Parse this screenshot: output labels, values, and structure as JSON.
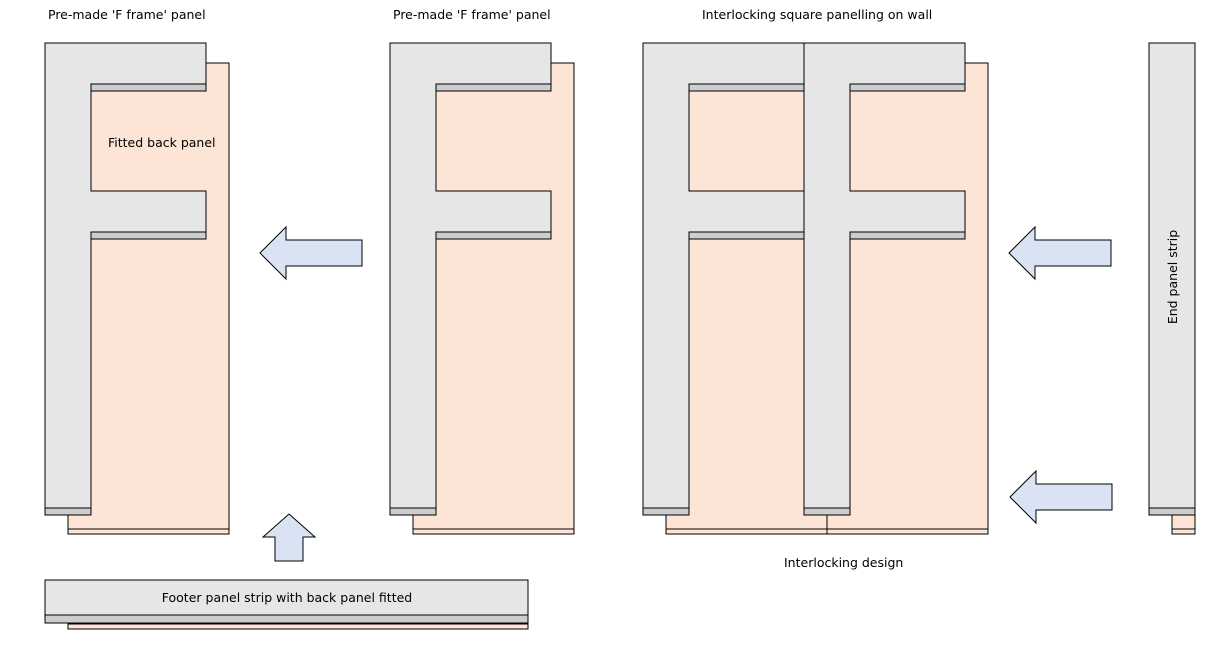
{
  "labels": {
    "premade_left": "Pre-made 'F frame' panel",
    "premade_mid": "Pre-made 'F frame' panel",
    "interlocking_wall": "Interlocking square panelling on wall",
    "fitted_back_panel": "Fitted back panel",
    "interlocking_design": "Interlocking design",
    "end_panel_strip": "End panel strip",
    "footer_strip": "Footer panel strip with back panel fitted"
  },
  "colors": {
    "frame_fill": "#e6e6e6",
    "frame_shelf": "#cdcdcd",
    "back_panel": "#fce4d6",
    "arrow_fill": "#dae3f3",
    "stroke": "#000000"
  },
  "arrows": [
    {
      "name": "arrow-left-1",
      "direction": "left"
    },
    {
      "name": "arrow-left-2",
      "direction": "left"
    },
    {
      "name": "arrow-left-3",
      "direction": "left"
    },
    {
      "name": "arrow-up",
      "direction": "up"
    }
  ]
}
